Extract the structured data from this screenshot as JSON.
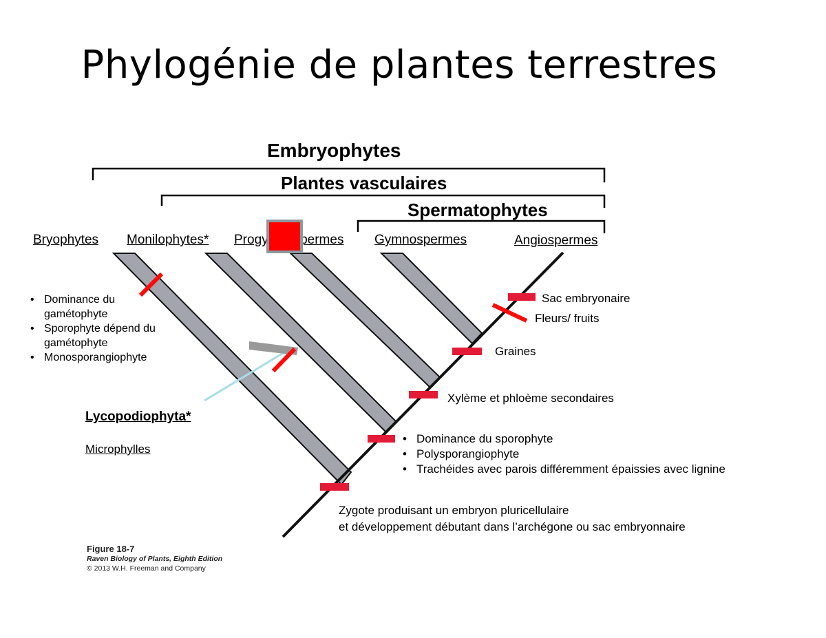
{
  "title": "Phylogénie de plantes terrestres",
  "groups": {
    "embryophytes": "Embryophytes",
    "plantes_vasculaires": "Plantes vasculaires",
    "spermatophytes": "Spermatophytes"
  },
  "taxa": {
    "bryophytes": "Bryophytes",
    "monilophytes": "Monilophytes*",
    "progymnospermes": "Progymnospermes",
    "gymnospermes": "Gymnospermes",
    "angiospermes": "Angiospermes"
  },
  "characters": {
    "sac_embryonaire": "Sac embryonaire",
    "fleurs_fruits": "Fleurs/ fruits",
    "graines": "Graines",
    "xyleme": "Xylème et phloème secondaires",
    "sporophyte_list": [
      "Dominance du sporophyte",
      "Polysporangiophyte",
      "Trachéides avec parois différemment épaissies avec lignine"
    ],
    "zygote_line1": "Zygote produisant un embryon pluricellulaire",
    "zygote_line2": "et développement débutant dans l’archégone ou sac embryonnaire"
  },
  "bryophyte_traits": [
    "Dominance du gamétophyte",
    "Sporophyte dépend du gamétophyte",
    "Monosporangiophyte"
  ],
  "lycopodiophyta": {
    "name": "Lycopodiophyta*",
    "trait": "Microphylles"
  },
  "figure_caption": {
    "number": "Figure 18-7",
    "book": "Raven Biology of Plants, Eighth Edition",
    "copyright": "© 2013 W.H. Freeman and Company"
  },
  "colors": {
    "branch_fill": "#a3a5ad",
    "trunk": "#111111",
    "synapomorphy_bar": "#e31b37",
    "annotation_red": "#ff0a0a",
    "lyco_pointer": "#a8dde6",
    "lyco_branch": "#9a9a9a",
    "cover_square": "#ff0000",
    "cover_square_border": "#8a9aa0"
  },
  "icons": {
    "cover_square": "red-cover-square",
    "synapomorphy_mark": "red-tick-bar"
  }
}
